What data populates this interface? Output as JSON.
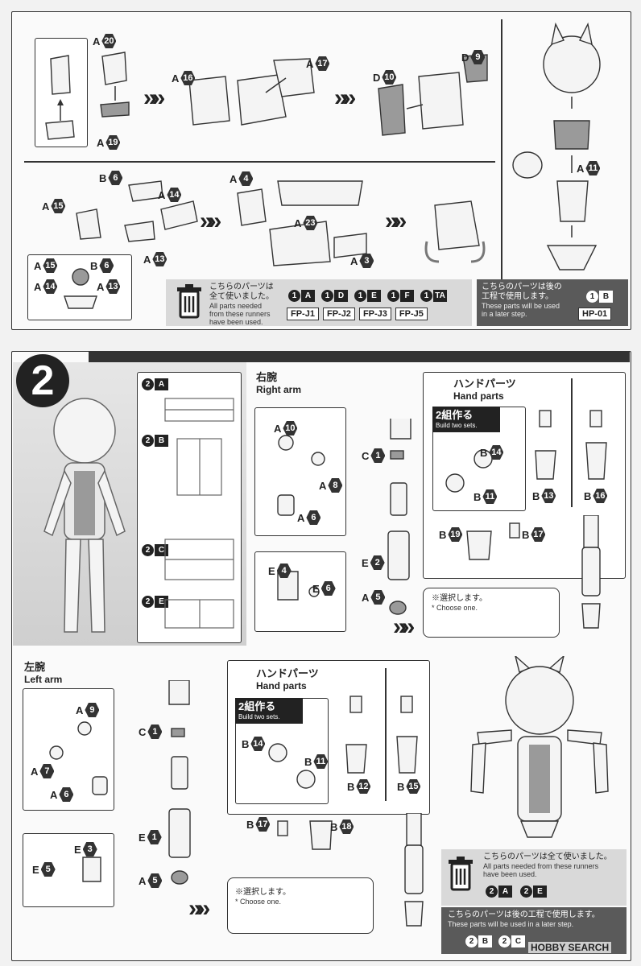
{
  "step1": {
    "labels": {
      "a20": "20",
      "a19": "19",
      "a16": "16",
      "a17": "17",
      "d10": "10",
      "d9": "9",
      "b6": "6",
      "a4": "4",
      "a14": "14",
      "a15": "15",
      "a23": "23",
      "a13": "13",
      "a3": "3",
      "a11": "11"
    },
    "detail_labels": [
      "A15",
      "B6",
      "A14",
      "A13"
    ],
    "runner_note": {
      "jp_line1": "こちらのパーツは",
      "jp_line2": "全て使いました。",
      "en_line1": "All parts needed",
      "en_line2": "from these runners",
      "en_line3": "have been used.",
      "runners_top": [
        "A",
        "D",
        "E",
        "F",
        "TA"
      ],
      "runners_bottom": [
        "FP-J1",
        "FP-J2",
        "FP-J3",
        "FP-J5"
      ]
    },
    "later_note": {
      "jp_line1": "こちらのパーツは後の",
      "jp_line2": "工程で使用します。",
      "en_line1": "These parts will be used",
      "en_line2": "in a later step.",
      "runner": "B",
      "code": "HP-01"
    }
  },
  "step2": {
    "number": "2",
    "runners": [
      {
        "num": "2",
        "letter": "A"
      },
      {
        "num": "2",
        "letter": "B"
      },
      {
        "num": "2",
        "letter": "C"
      },
      {
        "num": "2",
        "letter": "E"
      }
    ],
    "right_arm": {
      "title_jp": "右腕",
      "title_en": "Right arm"
    },
    "left_arm": {
      "title_jp": "左腕",
      "title_en": "Left arm"
    },
    "hand_parts": {
      "title_jp": "ハンドパーツ",
      "title_en": "Hand parts",
      "two_sets_jp": "2組作る",
      "two_sets_en": "Build two sets."
    },
    "choose": {
      "jp": "※選択します。",
      "en": "* Choose one."
    },
    "bottom_note": {
      "jp1": "こちらのパーツは全て使いました。",
      "en1": "All parts needed from these runners",
      "en2": "have been used.",
      "used": [
        "A",
        "E"
      ],
      "jp2": "こちらのパーツは後の工程で使用します。",
      "en3": "These parts will be used in a later step.",
      "later": [
        "B",
        "C"
      ]
    }
  },
  "watermark": "HOBBY SEARCH"
}
